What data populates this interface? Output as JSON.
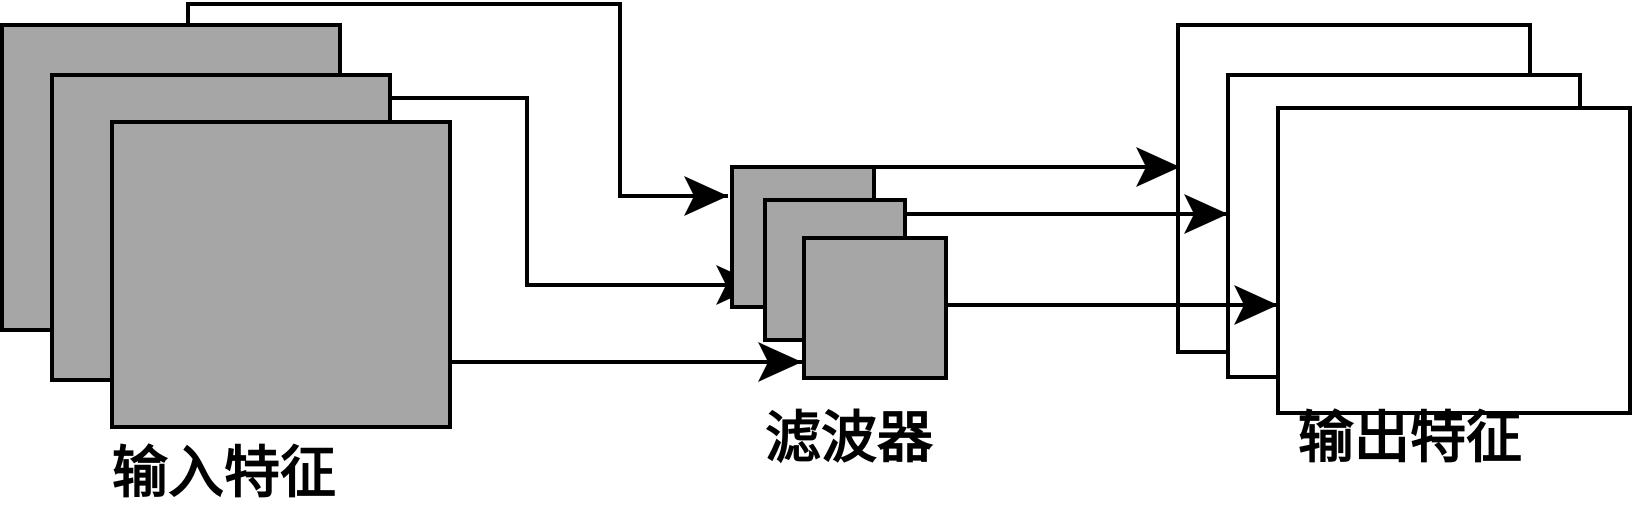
{
  "labels": {
    "input_features": "输入特征",
    "filters": "滤波器",
    "output_features": "输出特征"
  },
  "colors": {
    "input_fill": "#a6a6a6",
    "filter_fill": "#a6a6a6",
    "output_fill": "#ffffff",
    "stroke": "#000000"
  },
  "counts": {
    "input_maps": 3,
    "filters": 3,
    "output_maps": 3
  }
}
